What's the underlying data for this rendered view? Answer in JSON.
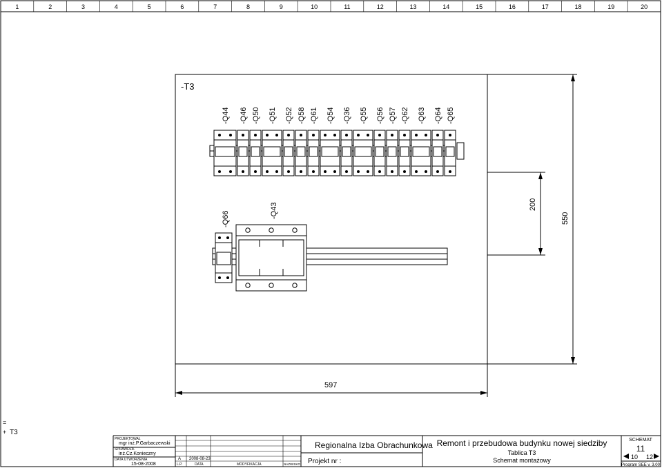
{
  "ruler": [
    "1",
    "2",
    "3",
    "4",
    "5",
    "6",
    "7",
    "8",
    "9",
    "10",
    "11",
    "12",
    "13",
    "14",
    "15",
    "16",
    "17",
    "18",
    "19",
    "20"
  ],
  "panel": {
    "label": "-T3"
  },
  "top_row": {
    "labels": [
      "-Q44",
      "-Q46",
      "-Q50",
      "-Q51",
      "-Q52",
      "-Q58",
      "-Q61",
      "-Q54",
      "-Q36",
      "-Q55",
      "-Q56",
      "-Q57",
      "-Q62",
      "-Q63",
      "-Q64",
      "-Q65"
    ]
  },
  "bottom_row": {
    "q66": "-Q66",
    "q43": "-Q43"
  },
  "dimensions": {
    "width": "597",
    "inner_height": "200",
    "total_height": "550"
  },
  "location": {
    "eq": "=",
    "plus": "+",
    "tag": "T3"
  },
  "title_block": {
    "projektowal_label": "PROJEKTOWAŁ",
    "projektowal_name": "mgr inż.P.Garbaczewski",
    "sprawdzil_label": "SPRAWDZIŁ",
    "sprawdzil_name": "inż.Cz.Konieczny",
    "data_label": "DATA UTWORZENIA",
    "data_value": "15-08-2008",
    "rev_letter": "A",
    "rev_date": "2008-08-23",
    "col_lp": "L.P.",
    "col_data": "DATA",
    "col_mod": "MODYFIKACJA",
    "col_naz": "NAZWISKO",
    "client": "Regionalna Izba Obrachunkowa",
    "projekt_label": "Projekt nr :",
    "project_title": "Remont i przebudowa budynku nowej siedziby",
    "sheet_name": "Tablica T3",
    "sheet_desc": "Schemat montażowy",
    "schemat_label": "SCHEMAT",
    "sheet_num": "11",
    "prev_page": "10",
    "next_page": "12",
    "program": "Program SEE v. 3.00"
  }
}
